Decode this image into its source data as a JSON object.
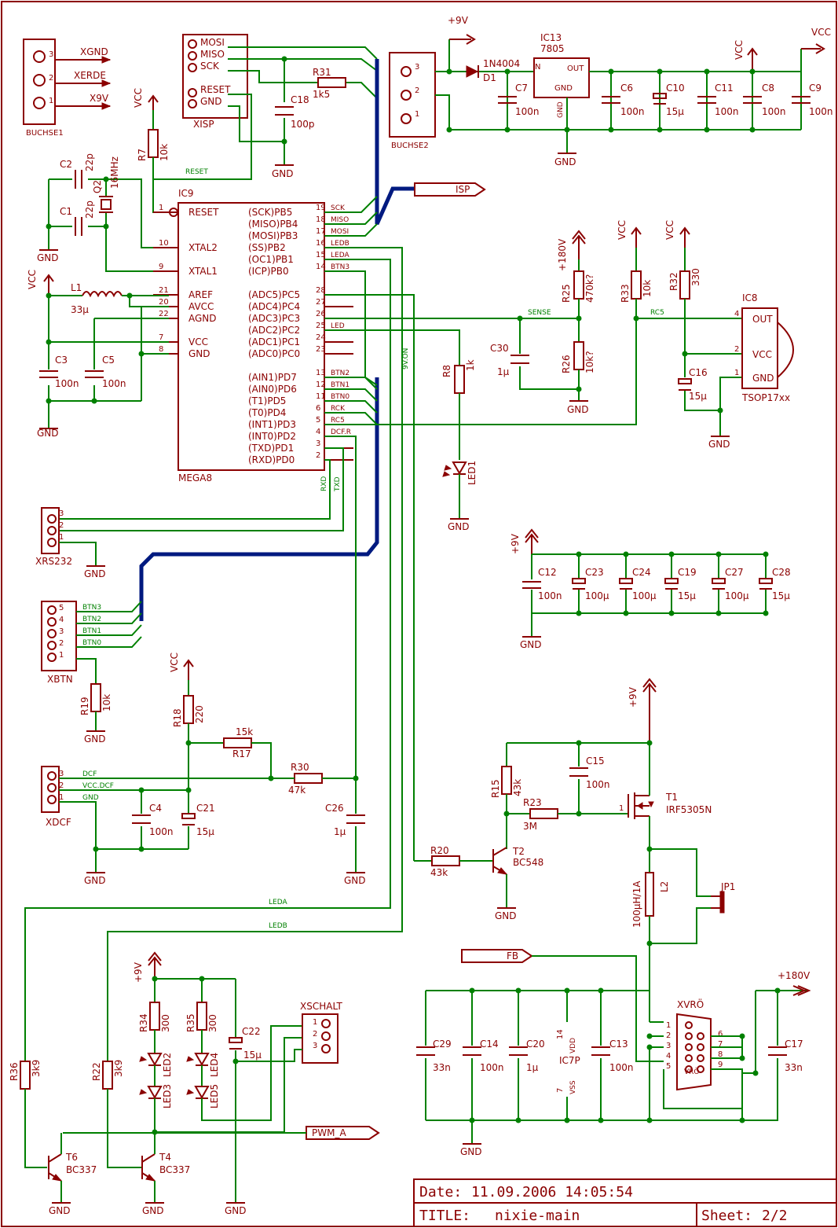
{
  "title_block": {
    "date_label": "Date:",
    "date_value": "11.09.2006 14:05:54",
    "title_label": "TITLE:",
    "title_value": "nixie-main",
    "sheet_label": "Sheet:",
    "sheet_value": "2/2"
  },
  "supplies": {
    "vcc": "VCC",
    "gnd": "GND",
    "plus9v": "+9V",
    "plus180v": "+180V"
  },
  "ic9": {
    "name": "IC9",
    "part": "MEGA8",
    "left_pins": [
      {
        "num": "1",
        "name": "RESET"
      },
      {
        "num": "10",
        "name": "XTAL2"
      },
      {
        "num": "9",
        "name": "XTAL1"
      },
      {
        "num": "21",
        "name": "AREF"
      },
      {
        "num": "20",
        "name": "AVCC"
      },
      {
        "num": "22",
        "name": "AGND"
      },
      {
        "num": "7",
        "name": "VCC"
      },
      {
        "num": "8",
        "name": "GND"
      }
    ],
    "right_pins": [
      {
        "num": "19",
        "name": "(SCK)PB5",
        "net": "SCK"
      },
      {
        "num": "18",
        "name": "(MISO)PB4",
        "net": "MISO"
      },
      {
        "num": "17",
        "name": "(MOSI)PB3",
        "net": "MOSI"
      },
      {
        "num": "16",
        "name": "(SS)PB2",
        "net": "LEDB"
      },
      {
        "num": "15",
        "name": "(OC1)PB1",
        "net": "LEDA"
      },
      {
        "num": "14",
        "name": "(ICP)PB0",
        "net": "BTN3"
      },
      {
        "num": "28",
        "name": "(ADC5)PC5",
        "net": ""
      },
      {
        "num": "27",
        "name": "(ADC4)PC4",
        "net": ""
      },
      {
        "num": "26",
        "name": "(ADC3)PC3",
        "net": ""
      },
      {
        "num": "25",
        "name": "(ADC2)PC2",
        "net": "LED"
      },
      {
        "num": "24",
        "name": "(ADC1)PC1",
        "net": ""
      },
      {
        "num": "23",
        "name": "(ADC0)PC0",
        "net": ""
      },
      {
        "num": "13",
        "name": "(AIN1)PD7",
        "net": "BTN2"
      },
      {
        "num": "12",
        "name": "(AIN0)PD6",
        "net": "BTN1"
      },
      {
        "num": "11",
        "name": "(T1)PD5",
        "net": "BTN0"
      },
      {
        "num": "6",
        "name": "(T0)PD4",
        "net": "RCK"
      },
      {
        "num": "5",
        "name": "(INT1)PD3",
        "net": "RC5"
      },
      {
        "num": "4",
        "name": "(INT0)PD2",
        "net": "DCF.R"
      },
      {
        "num": "3",
        "name": "(TXD)PD1",
        "net": ""
      },
      {
        "num": "2",
        "name": "(RXD)PD0",
        "net": ""
      }
    ]
  },
  "buchse1": {
    "name": "BUCHSE1",
    "pins": [
      "3",
      "2",
      "1"
    ],
    "nets": [
      "XGND",
      "XERDE",
      "X9V"
    ]
  },
  "xisp": {
    "name": "XISP",
    "pins": [
      "MOSI",
      "MISO",
      "SCK",
      "RESET",
      "GND"
    ]
  },
  "buchse2": {
    "name": "BUCHSE2",
    "pins": [
      "3",
      "2",
      "1"
    ]
  },
  "regulator": {
    "name": "IC13",
    "part": "7805",
    "pin_in": "IN",
    "pin_out": "OUT",
    "pin_gnd": "GND",
    "diode_name": "D1",
    "diode_part": "1N4004"
  },
  "power_caps": [
    {
      "name": "C7",
      "value": "100n"
    },
    {
      "name": "C6",
      "value": "100n"
    },
    {
      "name": "C10",
      "value": "15µ"
    },
    {
      "name": "C11",
      "value": "100n"
    },
    {
      "name": "C8",
      "value": "100n"
    },
    {
      "name": "C9",
      "value": "100n"
    }
  ],
  "parts": {
    "r31": {
      "name": "R31",
      "value": "1k5"
    },
    "c18": {
      "name": "C18",
      "value": "100p"
    },
    "r7": {
      "name": "R7",
      "value": "10k"
    },
    "c2": {
      "name": "C2",
      "value": "22p"
    },
    "c1": {
      "name": "C1",
      "value": "22p"
    },
    "q2": {
      "name": "Q2",
      "value": "16MHz"
    },
    "l1": {
      "name": "L1",
      "value": "33µ"
    },
    "c3": {
      "name": "C3",
      "value": "100n"
    },
    "c5": {
      "name": "C5",
      "value": "100n"
    },
    "r25": {
      "name": "R25",
      "value": "470k?"
    },
    "r26": {
      "name": "R26",
      "value": "10k?"
    },
    "c30": {
      "name": "C30",
      "value": "1µ"
    },
    "r8": {
      "name": "R8",
      "value": "1k"
    },
    "led1": {
      "name": "LED1"
    },
    "r33": {
      "name": "R33",
      "value": "10k"
    },
    "r32": {
      "name": "R32",
      "value": "330"
    },
    "ic8": {
      "name": "IC8",
      "part": "TSOP17xx",
      "pins": [
        "OUT",
        "VCC",
        "GND"
      ],
      "pin_nums": [
        "4",
        "2",
        "1"
      ]
    },
    "c16": {
      "name": "C16",
      "value": "15µ"
    },
    "xrs232": {
      "name": "XRS232",
      "pins": [
        "3",
        "2",
        "1"
      ],
      "nets": [
        "RXD",
        "TXD"
      ]
    },
    "xbtn": {
      "name": "XBTN",
      "pins": [
        "5",
        "4",
        "3",
        "2",
        "1"
      ],
      "nets": [
        "BTN3",
        "BTN2",
        "BTN1",
        "BTN0"
      ]
    },
    "r19": {
      "name": "R19",
      "value": "10k"
    },
    "r18": {
      "name": "R18",
      "value": "220"
    },
    "r17": {
      "name": "R17",
      "value": "15k"
    },
    "r30": {
      "name": "R30",
      "value": "47k"
    },
    "xdcf": {
      "name": "XDCF",
      "pins": [
        "3",
        "2",
        "1"
      ],
      "nets": [
        "DCF",
        "VCC.DCF",
        "GND"
      ]
    },
    "c4": {
      "name": "C4",
      "value": "100n"
    },
    "c21": {
      "name": "C21",
      "value": "15µ"
    },
    "c26": {
      "name": "C26",
      "value": "1µ"
    },
    "r15": {
      "name": "R15",
      "value": "43k"
    },
    "c15": {
      "name": "C15",
      "value": "100n"
    },
    "r23": {
      "name": "R23",
      "value": "3M"
    },
    "t1": {
      "name": "T1",
      "value": "IRF5305N"
    },
    "r20": {
      "name": "R20",
      "value": "43k"
    },
    "t2": {
      "name": "T2",
      "value": "BC548"
    },
    "l2": {
      "name": "L2",
      "value": "100µH/1A"
    },
    "jp1": {
      "name": "JP1"
    },
    "r34": {
      "name": "R34",
      "value": "300"
    },
    "r35": {
      "name": "R35",
      "value": "300"
    },
    "led2": {
      "name": "LED2"
    },
    "led3": {
      "name": "LED3"
    },
    "led4": {
      "name": "LED4"
    },
    "led5": {
      "name": "LED5"
    },
    "c22": {
      "name": "C22",
      "value": "15µ"
    },
    "xschalt": {
      "name": "XSCHALT",
      "pins": [
        "1",
        "2",
        "3"
      ]
    },
    "r36": {
      "name": "R36",
      "value": "3k9"
    },
    "r22": {
      "name": "R22",
      "value": "3k9"
    },
    "t6": {
      "name": "T6",
      "value": "BC337"
    },
    "t4": {
      "name": "T4",
      "value": "BC337"
    },
    "c29": {
      "name": "C29",
      "value": "33n"
    },
    "c14": {
      "name": "C14",
      "value": "100n"
    },
    "c20": {
      "name": "C20",
      "value": "1µ"
    },
    "ic7p": {
      "name": "IC7P",
      "vdd": "VDD",
      "vss": "VSS",
      "vdd_pin": "14",
      "vss_pin": "7"
    },
    "c13": {
      "name": "C13",
      "value": "100n"
    },
    "xvro": {
      "name": "XVRÖ",
      "pins": [
        "1",
        "2",
        "3",
        "4",
        "5",
        "6",
        "7",
        "8",
        "9"
      ],
      "inner": [
        "VRÖ"
      ]
    },
    "c17": {
      "name": "C17",
      "value": "33n"
    }
  },
  "bulk_caps": [
    {
      "name": "C12",
      "value": "100n"
    },
    {
      "name": "C23",
      "value": "100µ"
    },
    {
      "name": "C24",
      "value": "100µ"
    },
    {
      "name": "C19",
      "value": "15µ"
    },
    {
      "name": "C27",
      "value": "100µ"
    },
    {
      "name": "C28",
      "value": "15µ"
    }
  ],
  "nets": {
    "isp": "ISP",
    "fb": "FB",
    "pwm_a": "PWM_A",
    "sense": "SENSE",
    "rc5": "RC5",
    "reset": "RESET",
    "nine_v_on": "9V.ON",
    "leda": "LEDA",
    "ledb": "LEDB",
    "rxd": "RXD",
    "txd": "TXD"
  }
}
